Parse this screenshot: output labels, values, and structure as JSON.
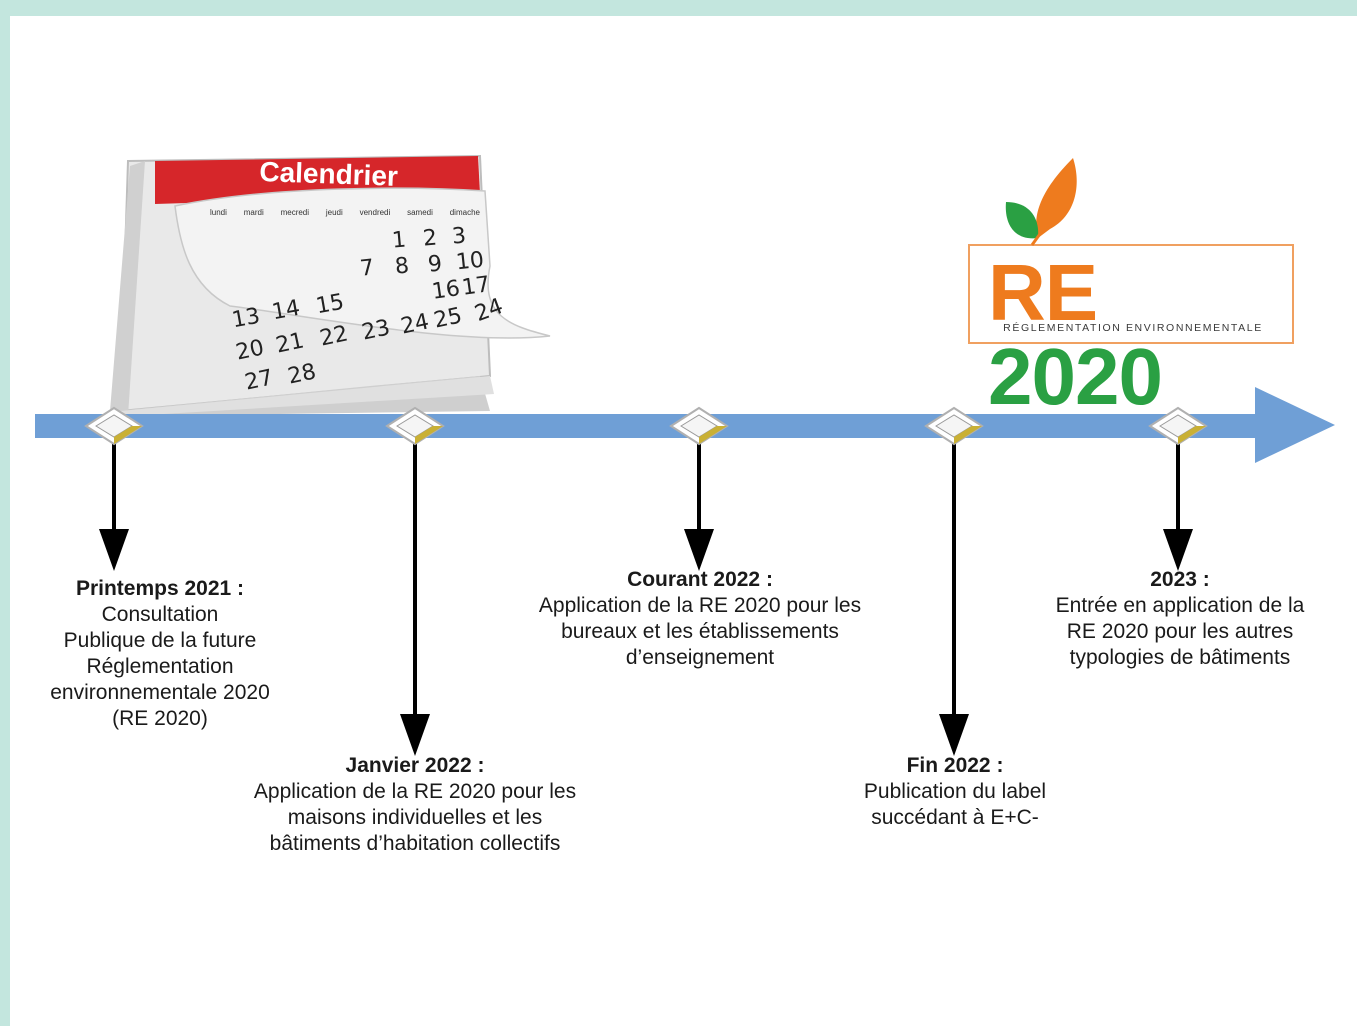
{
  "calendar": {
    "title": "Calendrier",
    "days": [
      "lundi",
      "mardi",
      "mecredi",
      "jeudi",
      "vendredi",
      "samedi",
      "dimache"
    ],
    "numbers": [
      "1",
      "2",
      "3",
      "7",
      "8",
      "9",
      "10",
      "16",
      "17",
      "13",
      "14",
      "15",
      "24",
      "20",
      "21",
      "22",
      "23",
      "24",
      "25",
      "27",
      "28"
    ]
  },
  "logo": {
    "main_left": "RE",
    "main_right": "2020",
    "subtitle": "RÉGLEMENTATION ENVIRONNEMENTALE",
    "colors": {
      "orange": "#ee7b1e",
      "green": "#2aa043",
      "border": "#f0a060"
    }
  },
  "timeline": {
    "arrow_color": "#6f9fd6",
    "milestones": [
      {
        "heading": "Printemps 2021 :",
        "text": "Consultation\nPublique de la future\nRéglementation\nenvironnementale 2020\n(RE 2020)"
      },
      {
        "heading": "Janvier 2022 :",
        "text": "Application de la RE 2020 pour les\nmaisons individuelles et les\nbâtiments d’habitation collectifs"
      },
      {
        "heading": "Courant 2022 :",
        "text": "Application de la RE 2020 pour les\nbureaux et les établissements\nd’enseignement"
      },
      {
        "heading": "Fin 2022 :",
        "text": "Publication du label\n     succédant à E+C-"
      },
      {
        "heading": "2023 :",
        "text": "Entrée en application de la\nRE 2020 pour les autres\ntypologies de bâtiments"
      }
    ]
  }
}
